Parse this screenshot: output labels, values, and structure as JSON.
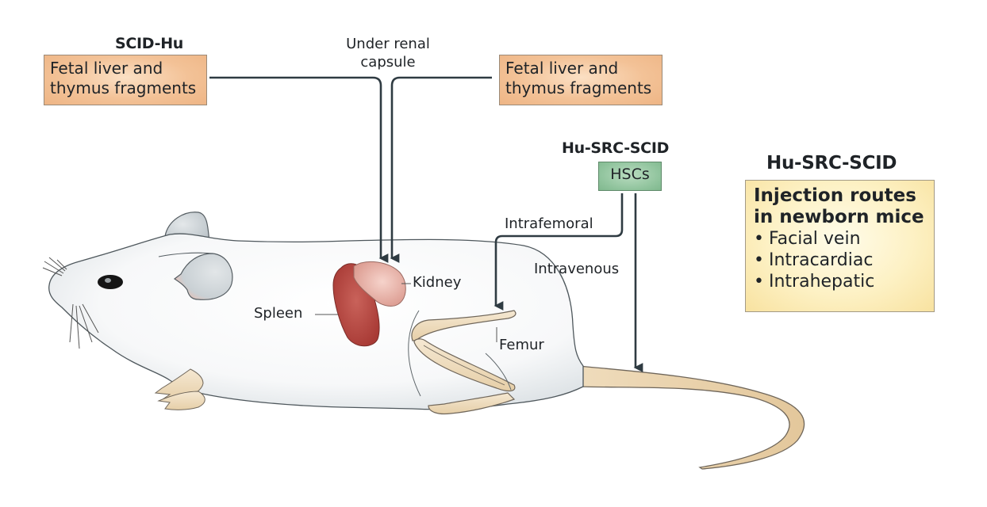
{
  "scid_hu": {
    "heading": "SCID-Hu",
    "left_box": {
      "line1": "Fetal liver and",
      "line2": "thymus fragments"
    },
    "right_box": {
      "line1": "Fetal liver and",
      "line2": "thymus fragments"
    },
    "route_label": {
      "line1": "Under renal",
      "line2": "capsule"
    }
  },
  "hu_src_scid_center": {
    "heading": "Hu-SRC-SCID",
    "cells_box": "HSCs",
    "routes": [
      "Intrafemoral",
      "Intravenous"
    ]
  },
  "hu_src_scid_panel": {
    "heading": "Hu-SRC-SCID",
    "title_line1": "Injection routes",
    "title_line2": "in newborn mice",
    "items": [
      "Facial vein",
      "Intracardiac",
      "Intrahepatic"
    ]
  },
  "anatomy_labels": {
    "kidney": "Kidney",
    "spleen": "Spleen",
    "femur": "Femur"
  },
  "colors": {
    "arrow": "#2f3b42",
    "fetal_box": "#f3c297",
    "hsc_box": "#8fc39c",
    "panel_box": "#fdf1c4",
    "spleen": "#b6463f",
    "kidney": "#e9aea3",
    "bone": "#eedcbf",
    "mouse_body": "#f4f6f7"
  }
}
